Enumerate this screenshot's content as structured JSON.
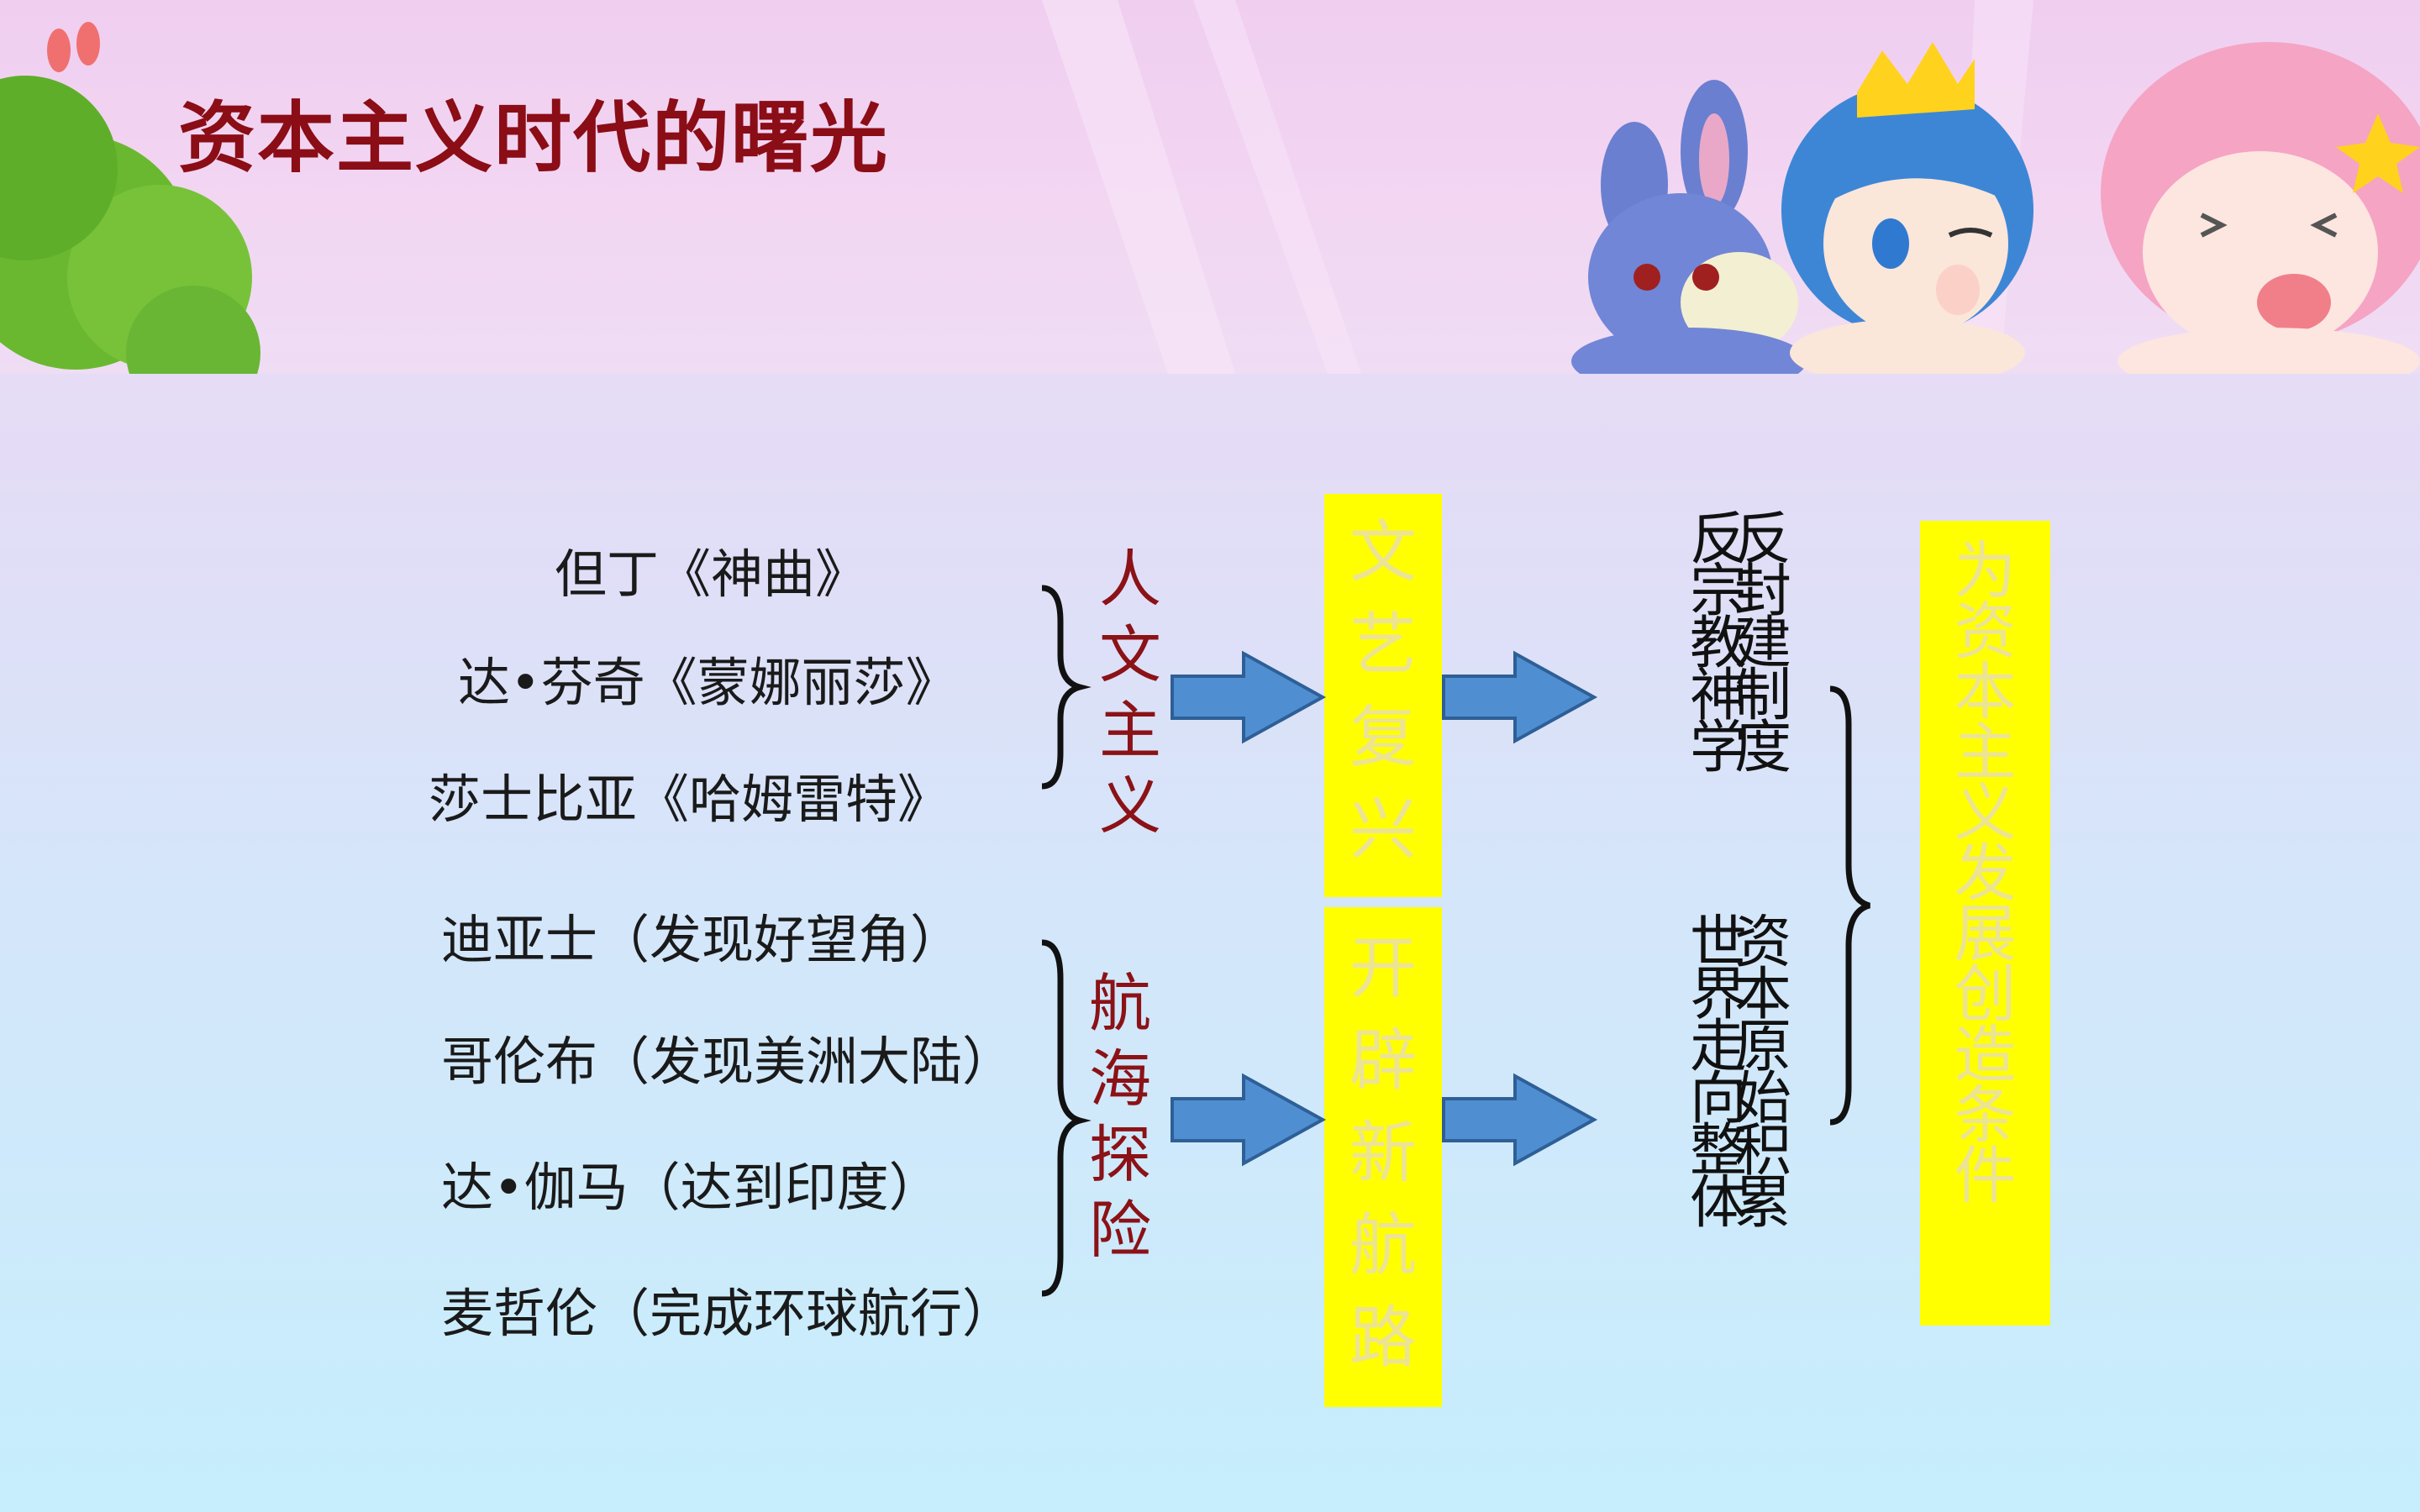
{
  "title": "资本主义时代的曙光",
  "humanism": {
    "label": "人文主义",
    "works": [
      "但丁《神曲》",
      "达•芬奇《蒙娜丽莎》",
      "莎士比亚《哈姆雷特》"
    ]
  },
  "navigation": {
    "label": "航海探险",
    "voyages": [
      "迪亚士（发现好望角）",
      "哥伦布（发现美洲大陆）",
      "达•伽马（达到印度）",
      "麦哲伦（完成环球航行）"
    ]
  },
  "boxes": {
    "renaissance": "文艺复兴",
    "new_route": "开辟新航路",
    "conclusion": "为资本主义发展创造条件"
  },
  "results": {
    "anti_feudal": "反封建制度",
    "anti_theology": "反宗教神学",
    "capital_accumulation": "资本原始积累",
    "world_whole": "世界走向整体"
  },
  "colors": {
    "title": "#8b0d16",
    "label": "#8b1216",
    "box_fill": "#ffff00",
    "box_text": "#ece493",
    "arrow_fill": "#4f8fd1",
    "arrow_stroke": "#2e5f96"
  }
}
